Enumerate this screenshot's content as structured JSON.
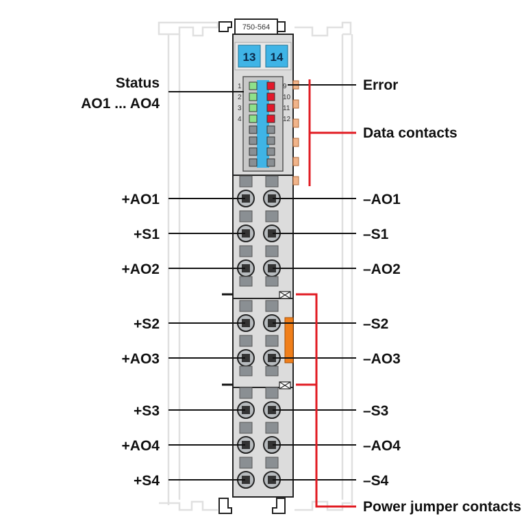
{
  "module": {
    "part_number": "750-564",
    "channel_left": "13",
    "channel_right": "14"
  },
  "status": {
    "label_line1": "Status",
    "label_line2": "AO1 ... AO4",
    "left_numbers": [
      "1",
      "2",
      "3",
      "4"
    ],
    "right_numbers": [
      "9",
      "10",
      "11",
      "12"
    ]
  },
  "right_labels": {
    "error": "Error",
    "data_contacts": "Data contacts",
    "power_jumper": "Power jumper contacts"
  },
  "terminals": {
    "left": [
      "+AO1",
      "+S1",
      "+AO2",
      "+S2",
      "+AO3",
      "+S3",
      "+AO4",
      "+S4"
    ],
    "right": [
      "–AO1",
      "–S1",
      "–AO2",
      "–S2",
      "–AO3",
      "–S3",
      "–AO4",
      "–S4"
    ]
  },
  "colors": {
    "housing": "#dcdcdc",
    "outline": "#222222",
    "led_green": "#8fe08a",
    "led_red": "#e3182a",
    "led_gray": "#8a8f93",
    "blue_strip": "#3fb4e6",
    "contact": "#f1b48a",
    "orange": "#f07f1a",
    "red_line": "#e11b22"
  }
}
